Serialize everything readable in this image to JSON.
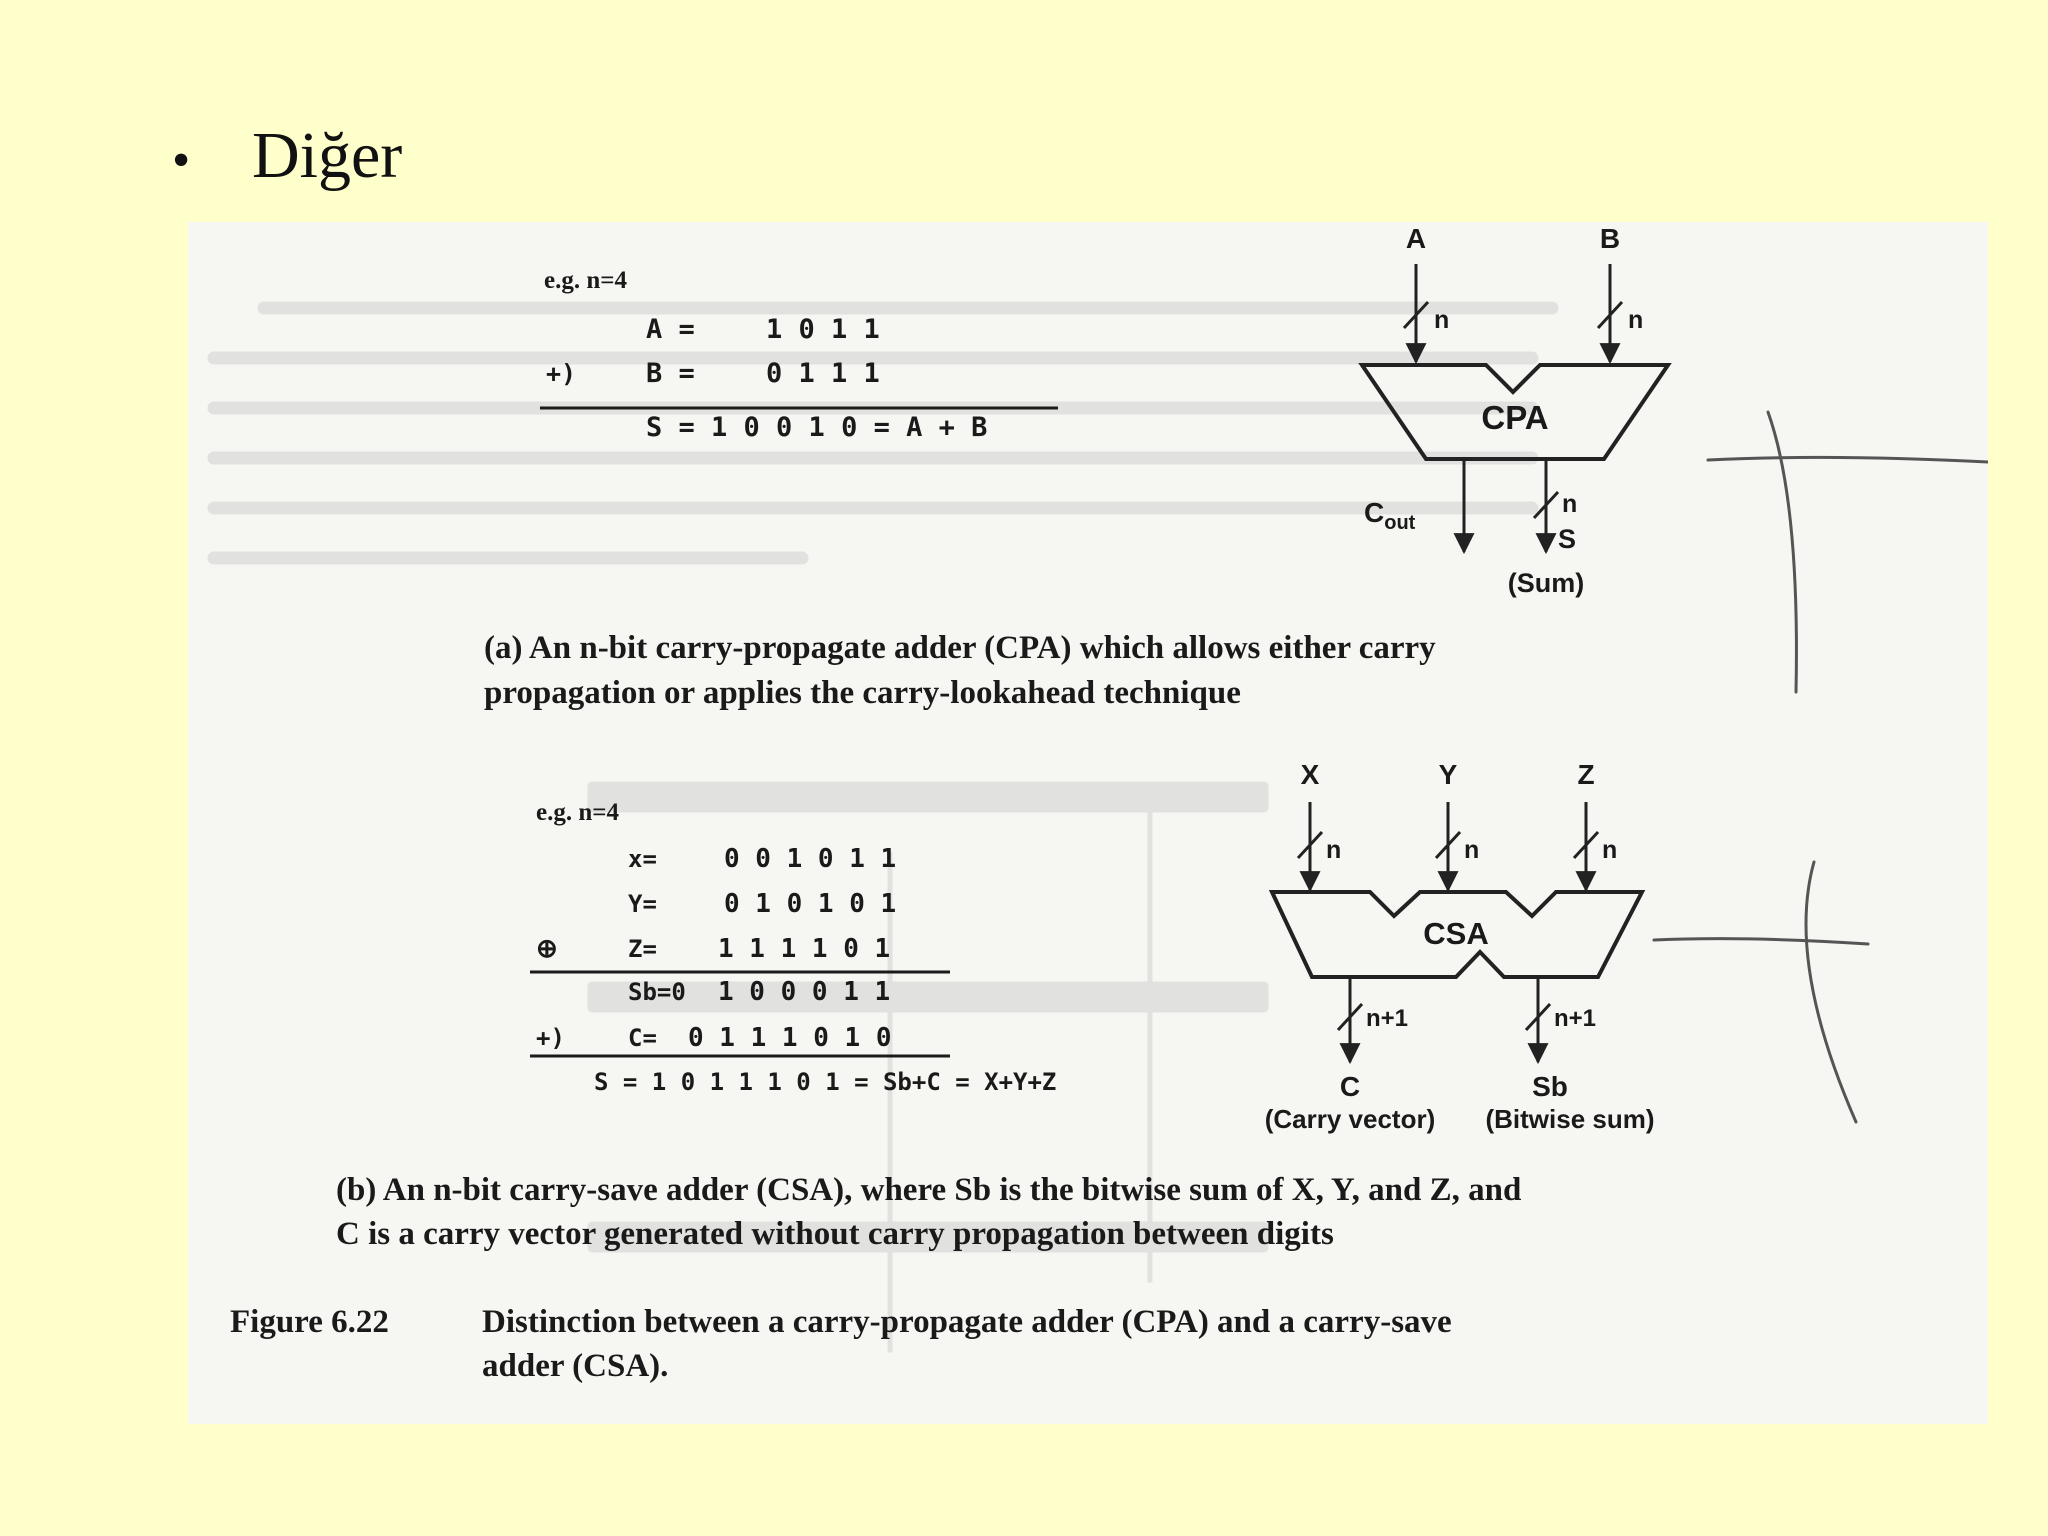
{
  "slide": {
    "bullet": "•",
    "title": "Diğer"
  },
  "figure": {
    "cpa_example": {
      "eg": "e.g. n=4",
      "a_label": "A =",
      "a_value": "1 0 1 1",
      "plus_sign": "+)",
      "b_label": "B =",
      "b_value": "0 1 1 1",
      "sum_line": "S = 1 0 0 1 0 = A + B"
    },
    "cpa_block": {
      "in_a": "A",
      "in_b": "B",
      "width_a": "n",
      "width_b": "n",
      "name": "CPA",
      "cout": "C",
      "cout_sub": "out",
      "width_s": "n",
      "s": "S",
      "s_caption": "(Sum)"
    },
    "caption_a": {
      "line1": "(a) An n-bit carry-propagate adder (CPA) which allows either carry",
      "line2": "propagation or applies the carry-lookahead technique"
    },
    "csa_example": {
      "eg": "e.g. n=4",
      "x_label": "x=",
      "x_value": "0 0 1 0 1 1",
      "y_label": "Y=",
      "y_value": "0 1 0 1 0 1",
      "xor_sign": "⊕",
      "z_label": "Z=",
      "z_value": "1 1 1 1 0 1",
      "sb_label": "Sb=0",
      "sb_value": "1 0 0 0 1 1",
      "plus_sign": "+)",
      "c_label": "C=",
      "c_value": "0 1 1 1 0 1 0",
      "s_line": "S =  1 0 1 1 1 0 1 = Sb+C = X+Y+Z"
    },
    "csa_block": {
      "in_x": "X",
      "in_y": "Y",
      "in_z": "Z",
      "width_x": "n",
      "width_y": "n",
      "width_z": "n",
      "name": "CSA",
      "width_c": "n+1",
      "width_sb": "n+1",
      "c": "C",
      "c_caption": "(Carry vector)",
      "sb": "Sb",
      "sb_caption": "(Bitwise sum)"
    },
    "caption_b": {
      "line1": "(b) An n-bit carry-save adder (CSA), where Sb is the bitwise sum of X, Y, and Z, and",
      "line2": "C is a carry vector generated without carry propagation between digits"
    },
    "figure_caption": {
      "label": "Figure 6.22",
      "line1": "Distinction between a carry-propagate adder (CPA) and a carry-save",
      "line2": "adder (CSA)."
    }
  }
}
